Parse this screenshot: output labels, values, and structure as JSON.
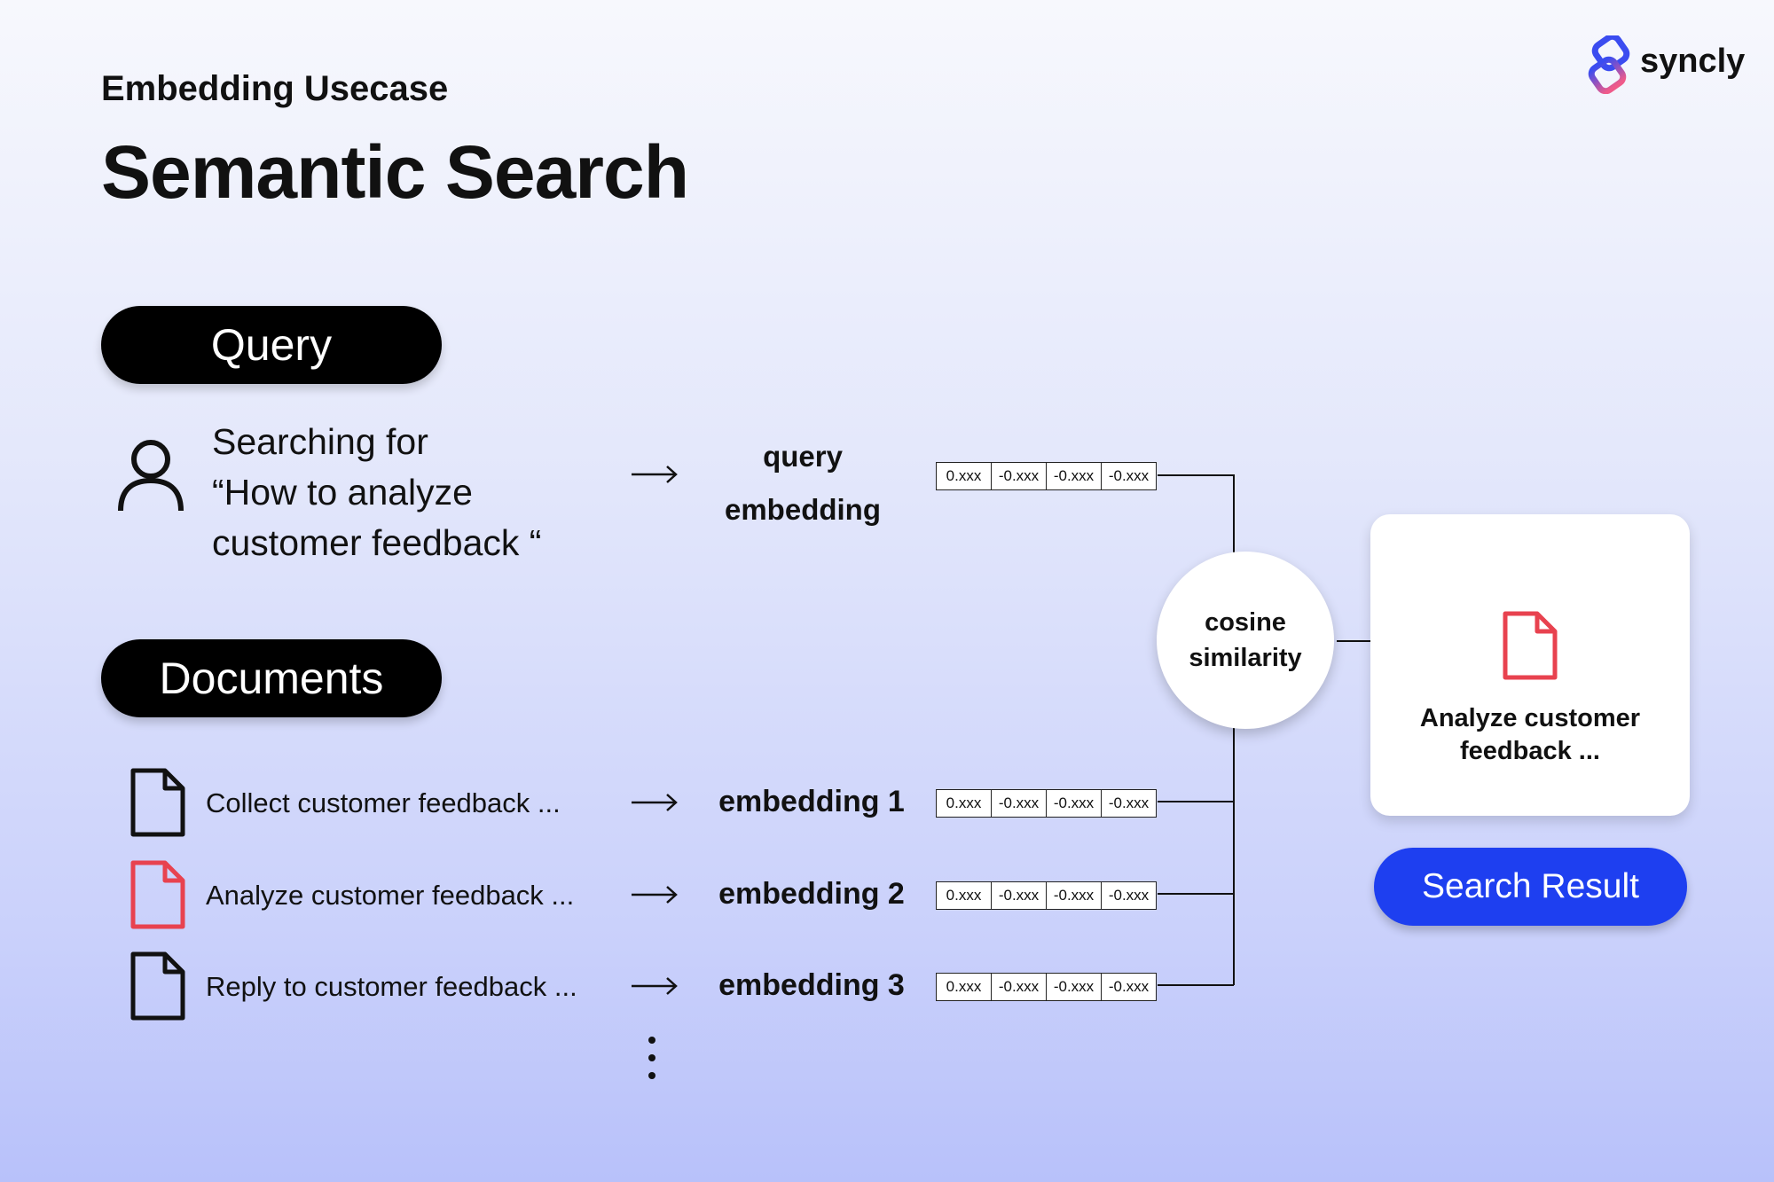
{
  "header": {
    "subtitle": "Embedding Usecase",
    "title": "Semantic Search"
  },
  "logo": {
    "text": "syncly",
    "icon": "syncly-logo-icon"
  },
  "query": {
    "label": "Query",
    "lines": [
      "Searching for",
      "“How to analyze",
      "customer feedback “"
    ],
    "embedding_label_lines": [
      "query",
      "embedding"
    ],
    "vector": [
      "0.xxx",
      "-0.xxx",
      "-0.xxx",
      "-0.xxx"
    ]
  },
  "documents": {
    "label": "Documents",
    "items": [
      {
        "text": "Collect customer feedback ...",
        "embedding": "embedding 1",
        "vector": [
          "0.xxx",
          "-0.xxx",
          "-0.xxx",
          "-0.xxx"
        ],
        "color": "#111111"
      },
      {
        "text": "Analyze customer feedback ...",
        "embedding": "embedding 2",
        "vector": [
          "0.xxx",
          "-0.xxx",
          "-0.xxx",
          "-0.xxx"
        ],
        "color": "#e8424f"
      },
      {
        "text": "Reply to customer feedback ...",
        "embedding": "embedding 3",
        "vector": [
          "0.xxx",
          "-0.xxx",
          "-0.xxx",
          "-0.xxx"
        ],
        "color": "#111111"
      }
    ]
  },
  "similarity": {
    "lines": [
      "cosine",
      "similarity"
    ]
  },
  "result": {
    "lines": [
      "Analyze customer",
      "feedback ..."
    ],
    "label": "Search Result",
    "icon_color": "#e8424f"
  },
  "colors": {
    "accent": "#1e3ff0",
    "highlight": "#e8424f",
    "ink": "#111111"
  }
}
